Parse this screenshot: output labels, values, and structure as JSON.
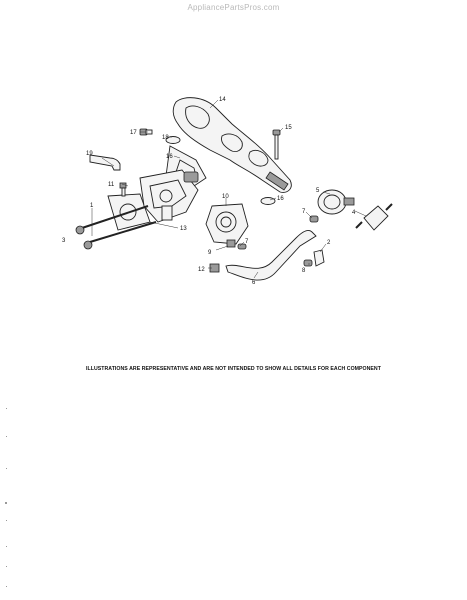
{
  "watermark": "AppliancePartsPros.com",
  "disclaimer": "ILLUSTRATIONS ARE REPRESENTATIVE AND ARE NOT INTENDED TO SHOW ALL DETAILS FOR EACH COMPONENT",
  "callouts": {
    "c1": "1",
    "c2": "2",
    "c3": "3",
    "c4": "4",
    "c5": "5",
    "c6": "6",
    "c7a": "7",
    "c7b": "7",
    "c8": "8",
    "c9": "9",
    "c10": "10",
    "c11": "11",
    "c12": "12",
    "c13": "13",
    "c14": "14",
    "c15": "15",
    "c16a": "16",
    "c16b": "16",
    "c17": "17",
    "c18": "18",
    "c19": "19"
  }
}
